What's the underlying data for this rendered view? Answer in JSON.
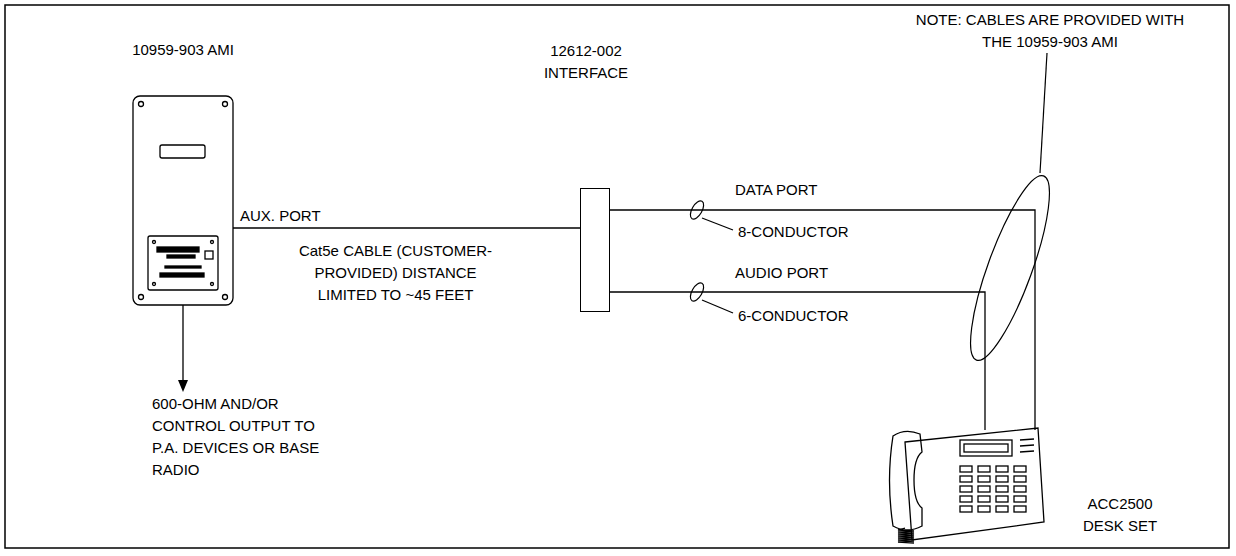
{
  "diagram": {
    "nodes": [
      {
        "text": [
          "10959-903 AMI"
        ]
      },
      {
        "text": [
          "12612-002 INTERFACE"
        ]
      },
      {
        "text": [
          "ACC2500 DESK SET"
        ]
      }
    ],
    "edges": [
      {
        "from": 0,
        "to": 1,
        "arrow": "none",
        "label": "Cat5e CABLE (CUSTOMER-PROVIDED) DISTANCE LIMITED TO ~45 FEET"
      },
      {
        "from": 1,
        "to": 2,
        "arrow": "none",
        "label": "DATA PORT"
      },
      {
        "from": 1,
        "to": 2,
        "arrow": "none",
        "label": "AUDIO PORT"
      }
    ],
    "labels": [
      "AUX. PORT",
      "8-CONDUCTOR",
      "6-CONDUCTOR",
      "NOTE: CABLES ARE PROVIDED WITH THE 10959-903 AMI",
      "600-OHM AND/OR CONTROL OUTPUT TO P.A. DEVICES OR BASE RADIO"
    ]
  }
}
